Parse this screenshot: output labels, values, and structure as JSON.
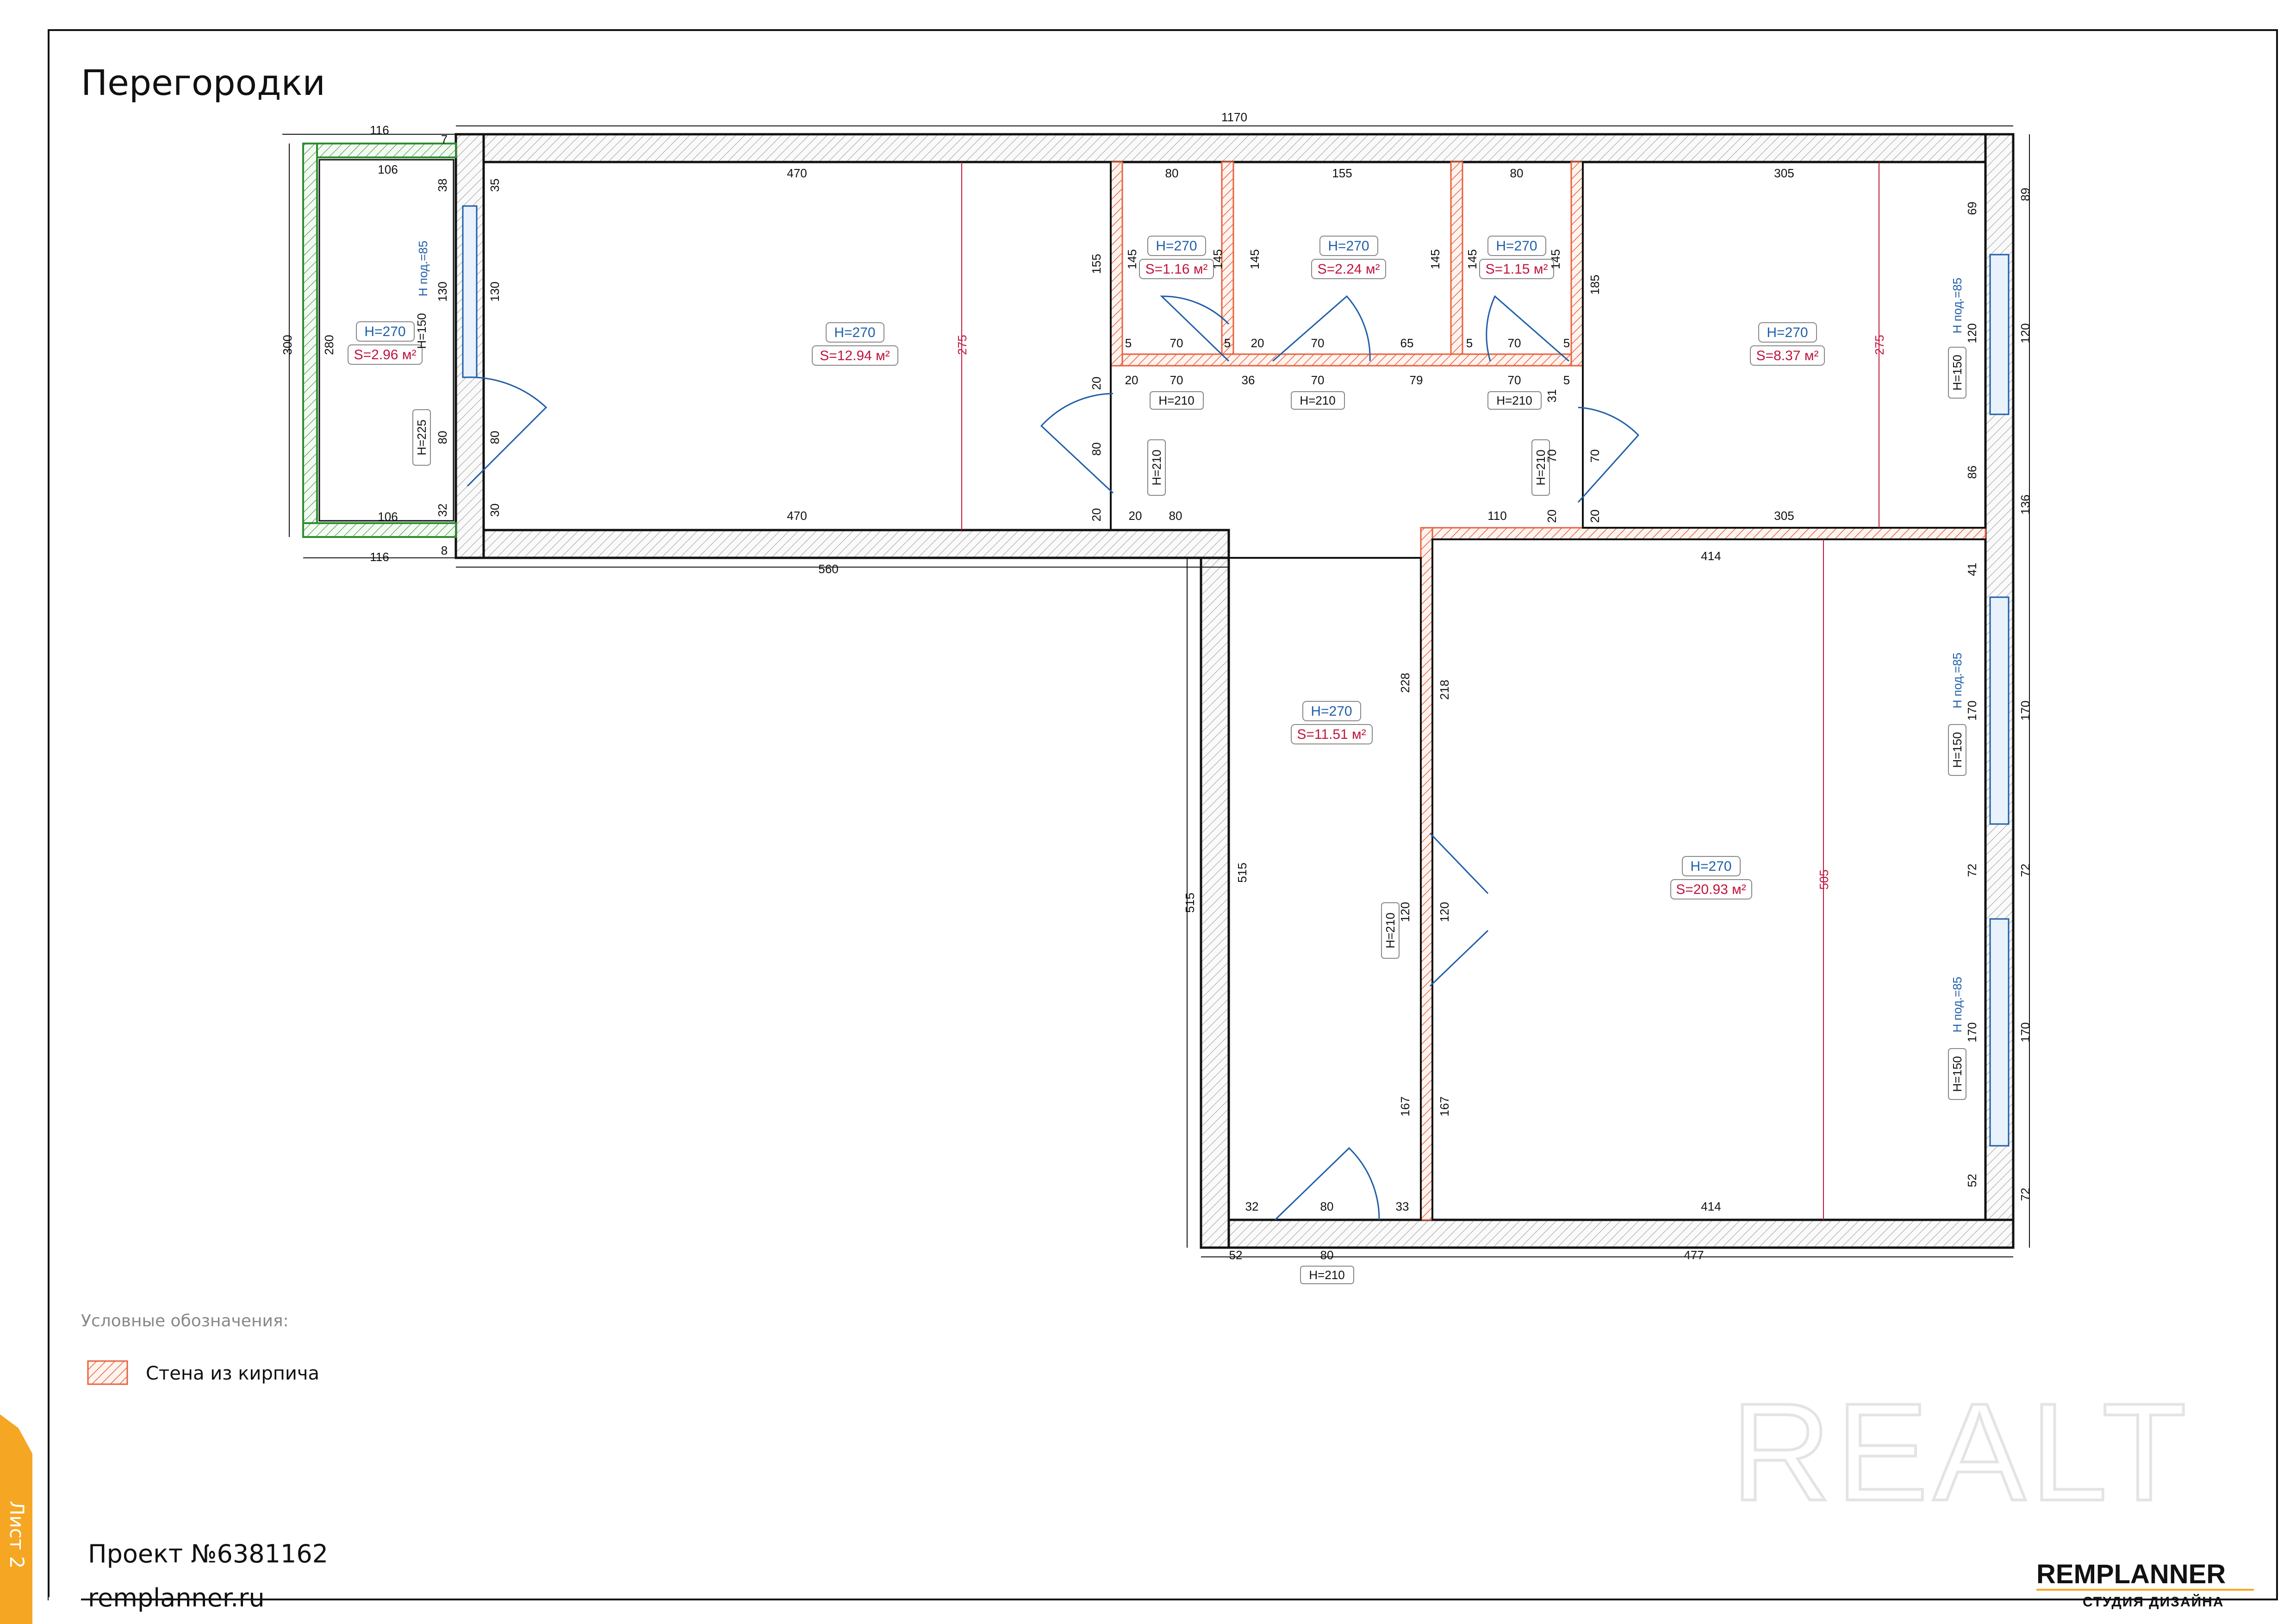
{
  "title": "Перегородки",
  "legend": {
    "title": "Условные обозначения:",
    "brick_wall": "Стена из кирпича"
  },
  "project": "Проект №6381162",
  "site": "remplanner.ru",
  "sheet": "Лист 2",
  "brand": {
    "main": "REMPLANNER",
    "sub": "СТУДИЯ ДИЗАЙНА"
  },
  "watermark": "REALT",
  "colors": {
    "wall": "#111111",
    "brick": "#e8603c",
    "green": "#2e8b2e",
    "window": "#1f5fa8",
    "area": "#c0143c",
    "accent": "#f5a623"
  },
  "rooms": [
    {
      "h": "H=270",
      "s": "S=2.96 м²"
    },
    {
      "h": "H=270",
      "s": "S=12.94 м²"
    },
    {
      "h": "H=270",
      "s": "S=1.16 м²"
    },
    {
      "h": "H=270",
      "s": "S=2.24 м²"
    },
    {
      "h": "H=270",
      "s": "S=1.15 м²"
    },
    {
      "h": "H=270",
      "s": "S=8.37 м²"
    },
    {
      "h": "H=270",
      "s": "S=11.51 м²"
    },
    {
      "h": "H=270",
      "s": "S=20.93 м²"
    }
  ],
  "door_labels": [
    "H=210",
    "H=210",
    "H=210",
    "H=210",
    "H=210",
    "H=210",
    "H=210",
    "H=225"
  ],
  "window_labels": [
    "H=150",
    "H=150",
    "H=150",
    "H=150"
  ],
  "sill_labels": [
    "H под.=85",
    "H под.=85",
    "H под.=85",
    "H под.=85"
  ],
  "dims": {
    "top_total": "1170",
    "top_left": "116",
    "d_7": "7",
    "d_8": "8",
    "left_300": "300",
    "left_280": "280",
    "d_106a": "106",
    "d_106b": "106",
    "d_116b": "116",
    "d_38": "38",
    "d_35": "35",
    "d_130a": "130",
    "d_130b": "130",
    "d_80a": "80",
    "d_80b": "80",
    "d_32a": "32",
    "d_30": "30",
    "d_470a": "470",
    "d_470b": "470",
    "d_560": "560",
    "d_80top1": "80",
    "d_155": "155",
    "d_80top2": "80",
    "d_305a": "305",
    "d_305b": "305",
    "d_155v": "155",
    "d_145a": "145",
    "d_145b": "145",
    "d_145c": "145",
    "d_145d": "145",
    "d_145e": "145",
    "d_145f": "145",
    "d_185": "185",
    "d_5a": "5",
    "d_70a": "70",
    "d_5b": "5",
    "d_20a": "20",
    "d_70b": "70",
    "d_65": "65",
    "d_5c": "5",
    "d_70c": "70",
    "d_5d": "5",
    "d_20b": "20",
    "d_70d": "70",
    "d_36": "36",
    "d_70e": "70",
    "d_79": "79",
    "d_70f": "70",
    "d_5e": "5",
    "d_20c": "20",
    "d_80c": "80",
    "d_20d": "20",
    "d_20e": "20",
    "d_80d": "80",
    "d_31": "31",
    "d_70g": "70",
    "d_70h": "70",
    "d_20f": "20",
    "d_20g": "20",
    "d_110": "110",
    "d_275a": "275",
    "d_275b": "275",
    "d_89": "89",
    "d_69": "69",
    "d_120a": "120",
    "d_120b": "120",
    "d_86": "86",
    "d_136": "136",
    "d_414a": "414",
    "d_414b": "414",
    "d_41": "41",
    "d_170a": "170",
    "d_170b": "170",
    "d_72a": "72",
    "d_72b": "72",
    "d_170c": "170",
    "d_170d": "170",
    "d_52a": "52",
    "d_72c": "72",
    "d_228": "228",
    "d_218": "218",
    "d_515a": "515",
    "d_515b": "515",
    "d_120c": "120",
    "d_120d": "120",
    "d_167a": "167",
    "d_167b": "167",
    "d_505": "505",
    "d_32b": "32",
    "d_80e": "80",
    "d_33": "33",
    "d_52b": "52",
    "d_80f": "80",
    "d_477": "477"
  }
}
